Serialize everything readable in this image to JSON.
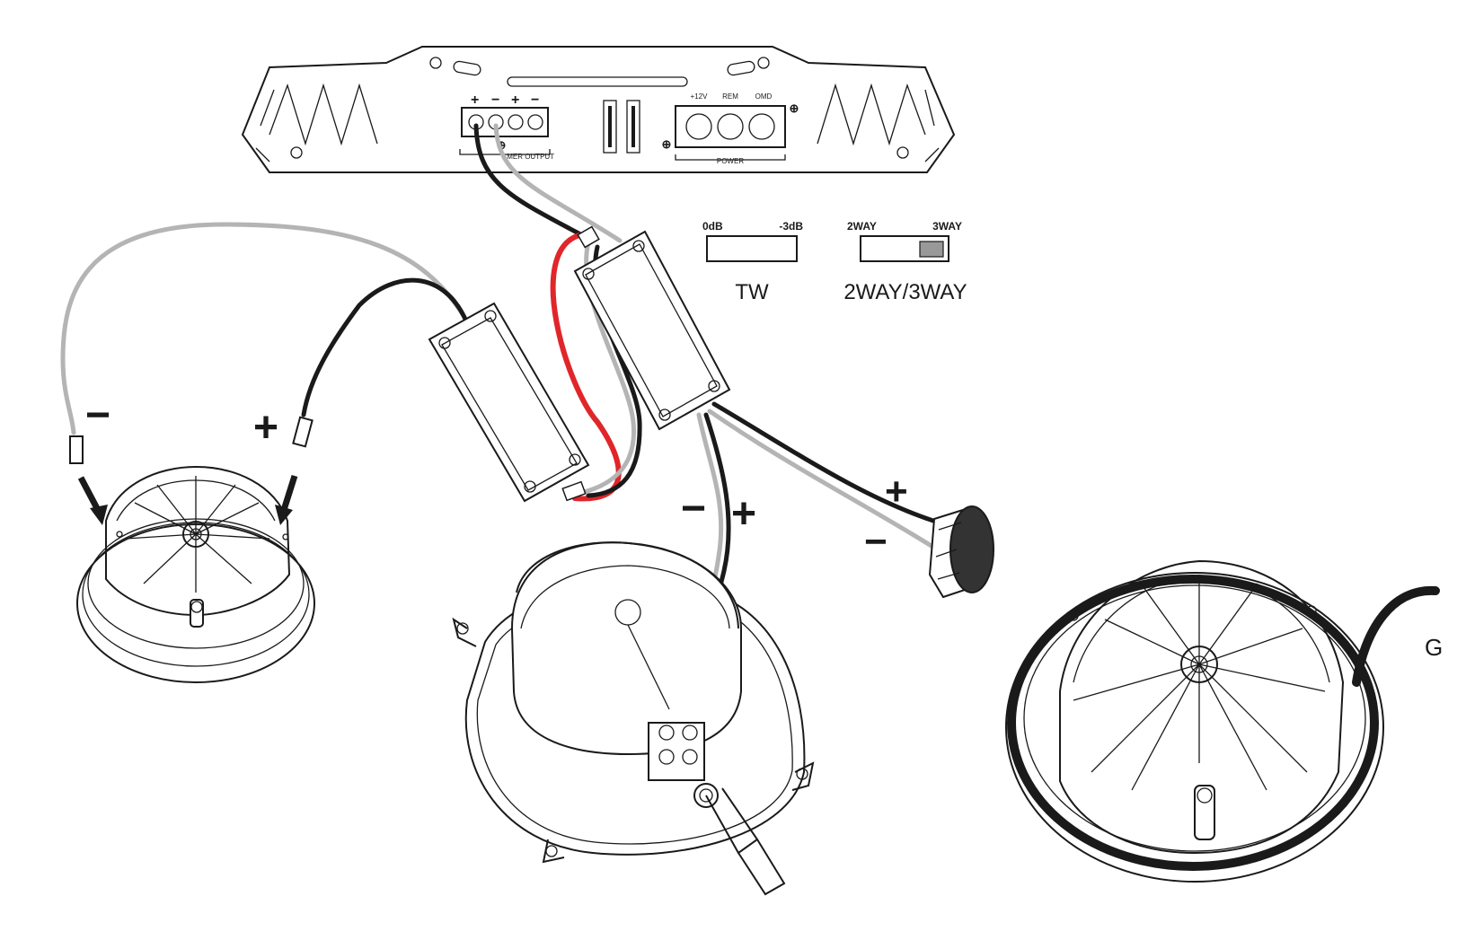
{
  "colors": {
    "line": "#1a1a1a",
    "grey_wire": "#b4b4b4",
    "black_wire": "#1a1a1a",
    "red_wire": "#e0262a",
    "switch_knob": "#999999"
  },
  "amplifier": {
    "terminal_signs": [
      "+",
      "−",
      "+",
      "−"
    ],
    "output_label": "AMER OUTPUT",
    "power_terminals": [
      "+12V",
      "REM",
      "OMD"
    ],
    "power_label": "POWER"
  },
  "switches": {
    "tw": {
      "left_label": "0dB",
      "right_label": "-3dB",
      "caption": "TW"
    },
    "way": {
      "left_label": "2WAY",
      "right_label": "3WAY",
      "caption": "2WAY/3WAY"
    }
  },
  "polarity": {
    "mid_minus": "−",
    "mid_plus": "+",
    "woofer_minus": "−",
    "woofer_plus": "+",
    "tweeter_plus": "+",
    "tweeter_minus": "−"
  },
  "grille": {
    "label": "G"
  }
}
